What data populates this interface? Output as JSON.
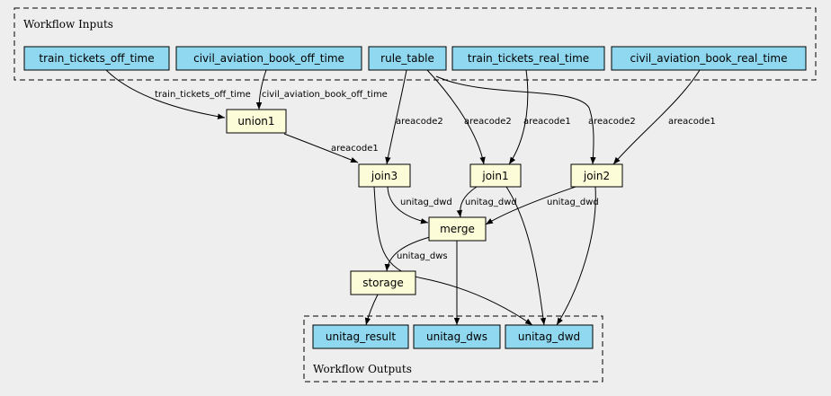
{
  "colors": {
    "background": "#eeeeee",
    "io_node": "#8fd8f0",
    "process_node": "#fcfcd8"
  },
  "clusters": {
    "inputs": {
      "label": "Workflow Inputs"
    },
    "outputs": {
      "label": "Workflow Outputs"
    }
  },
  "nodes": {
    "in_train_off": "train_tickets_off_time",
    "in_civil_off": "civil_aviation_book_off_time",
    "in_rule": "rule_table",
    "in_train_real": "train_tickets_real_time",
    "in_civil_real": "civil_aviation_book_real_time",
    "union1": "union1",
    "join3": "join3",
    "join1": "join1",
    "join2": "join2",
    "merge": "merge",
    "storage": "storage",
    "out_result": "unitag_result",
    "out_dws": "unitag_dws",
    "out_dwd": "unitag_dwd"
  },
  "edges": [
    {
      "from": "train_tickets_off_time",
      "to": "union1",
      "label": "train_tickets_off_time"
    },
    {
      "from": "civil_aviation_book_off_time",
      "to": "union1",
      "label": "civil_aviation_book_off_time"
    },
    {
      "from": "rule_table",
      "to": "join3",
      "label": "areacode2"
    },
    {
      "from": "rule_table",
      "to": "join1",
      "label": "areacode2"
    },
    {
      "from": "train_tickets_real_time",
      "to": "join1",
      "label": "areacode1"
    },
    {
      "from": "rule_table",
      "to": "join2",
      "label": "areacode2"
    },
    {
      "from": "civil_aviation_book_real_time",
      "to": "join2",
      "label": "areacode1"
    },
    {
      "from": "union1",
      "to": "join3",
      "label": "areacode1"
    },
    {
      "from": "join3",
      "to": "merge",
      "label": "unitag_dwd"
    },
    {
      "from": "join1",
      "to": "merge",
      "label": "unitag_dwd"
    },
    {
      "from": "join2",
      "to": "merge",
      "label": "unitag_dwd"
    },
    {
      "from": "merge",
      "to": "storage",
      "label": "unitag_dws"
    },
    {
      "from": "join3",
      "to": "unitag_dwd",
      "label": ""
    },
    {
      "from": "join1",
      "to": "unitag_dwd",
      "label": ""
    },
    {
      "from": "join2",
      "to": "unitag_dwd",
      "label": ""
    },
    {
      "from": "merge",
      "to": "unitag_dws",
      "label": ""
    },
    {
      "from": "storage",
      "to": "unitag_result",
      "label": ""
    }
  ]
}
